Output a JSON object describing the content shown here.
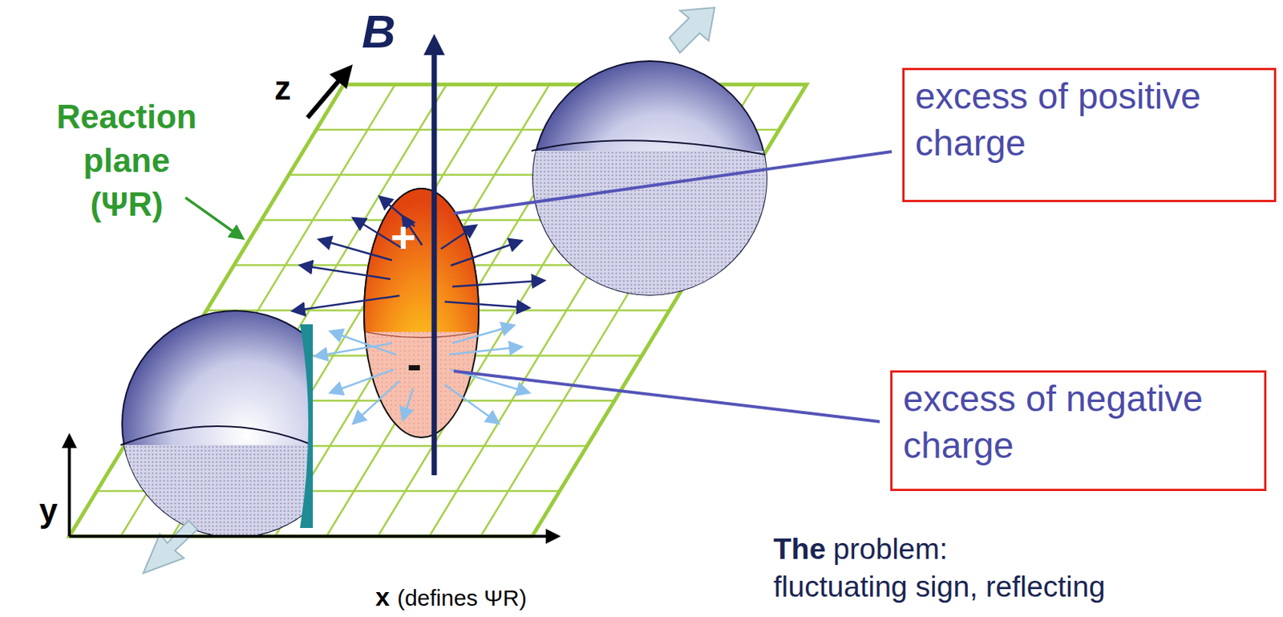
{
  "diagram": {
    "nodes": [
      {
        "text": [
          "excess of positive charge"
        ]
      },
      {
        "text": [
          "excess of negative charge"
        ]
      }
    ],
    "labels": [
      "B",
      "z",
      "Reaction plane (ΨR)",
      "y",
      "x",
      "(defines ΨR)",
      "+",
      "-",
      "The",
      "problem:",
      "fluctuating sign, reflecting"
    ]
  }
}
